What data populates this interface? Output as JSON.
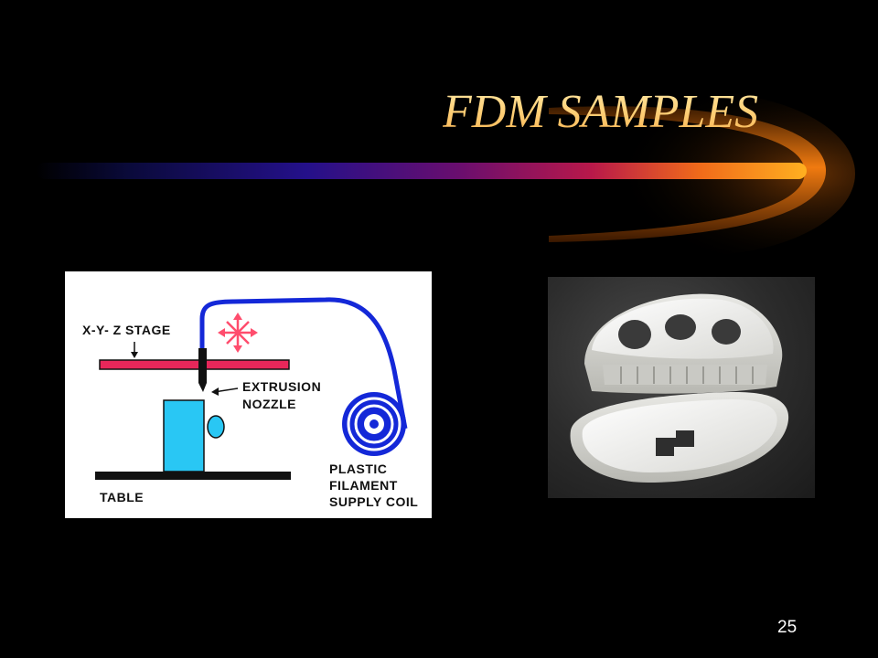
{
  "slide": {
    "title": "FDM SAMPLES",
    "page_number": "25"
  },
  "diagram": {
    "stage_label": "X-Y- Z STAGE",
    "nozzle_label_line1": "EXTRUSION",
    "nozzle_label_line2": "NOZZLE",
    "coil_label_line1": "PLASTIC",
    "coil_label_line2": "FILAMENT",
    "coil_label_line3": "SUPPLY COIL",
    "table_label": "TABLE"
  },
  "photo": {
    "subject": "white FDM-printed oval housing parts"
  },
  "colors": {
    "background": "#000000",
    "title_gold": "#ffd27a",
    "filament_blue": "#1428d8",
    "stage_red": "#e8275a",
    "part_cyan": "#29c7f4",
    "arrow_red": "#ff4d6d"
  }
}
